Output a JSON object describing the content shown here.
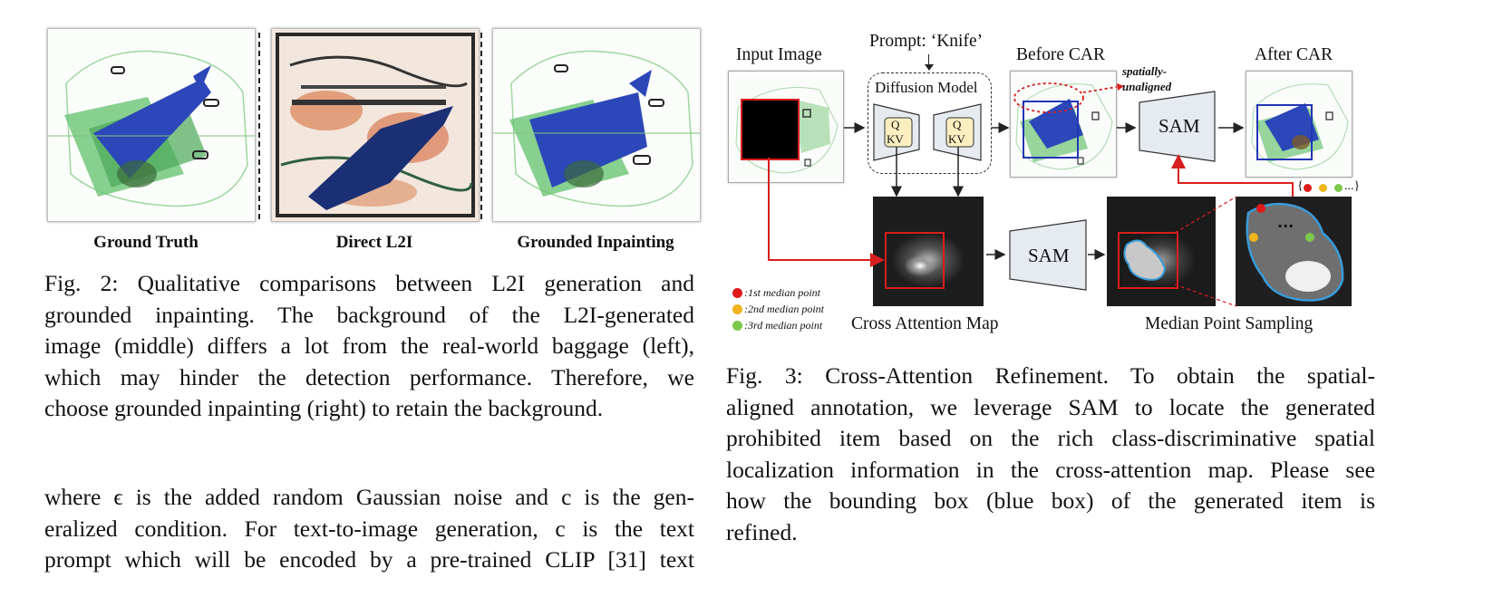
{
  "fig2": {
    "labels": [
      "Ground Truth",
      "Direct L2I",
      "Grounded Inpainting"
    ],
    "caption_lines": [
      "Fig. 2: Qualitative comparisons between L2I generation and",
      "grounded inpainting. The background of the L2I-generated",
      "image (middle) differs a lot from the real-world baggage (left),",
      "which may hinder the detection performance. Therefore, we",
      "choose grounded inpainting (right) to retain the background."
    ]
  },
  "body_text_lines": [
    "where ϵ is the added random Gaussian noise and c is the gen-",
    "eralized condition. For text-to-image generation, c is the text",
    "prompt which will be encoded by a pre-trained CLIP [31] text"
  ],
  "fig3": {
    "input_image": "Input Image",
    "prompt": "Prompt: ‘Knife’",
    "diffusion_model": "Diffusion Model",
    "q": "Q",
    "kv": "KV",
    "before_car": "Before CAR",
    "after_car": "After CAR",
    "spatially_unaligned_1": "spatially-",
    "spatially_unaligned_2": "unaligned",
    "sam": "SAM",
    "cross_attention_map": "Cross Attention Map",
    "median_point_sampling": "Median Point Sampling",
    "point_set": "{",
    "point_set_end": "...}",
    "ellipsis": "...",
    "legend": [
      {
        "label": ":1st median point",
        "color": "#e01a1a"
      },
      {
        "label": ":2nd median point",
        "color": "#f0b41c"
      },
      {
        "label": ":3rd median point",
        "color": "#7cc84a"
      }
    ],
    "caption_lines": [
      "Fig. 3: Cross-Attention Refinement. To obtain the spatial-",
      "aligned annotation, we leverage SAM to locate the generated",
      "prohibited item based on the rich class-discriminative spatial",
      "localization information in the cross-attention map. Please see",
      "how the bounding box (blue box) of the generated item is",
      "refined."
    ]
  },
  "colors": {
    "knife_blue": "#1f3fb0",
    "xray_green": "#5dbb63",
    "red": "#d81e1e",
    "sam_fill": "#e6ebf2",
    "qkv_fill": "#fbefc0"
  }
}
